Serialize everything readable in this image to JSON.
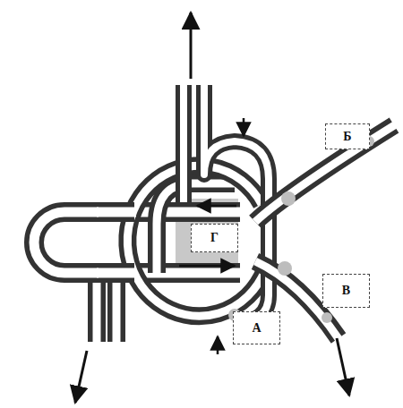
{
  "diagram": {
    "labels": [
      "Б",
      "Г",
      "В",
      "А"
    ]
  }
}
